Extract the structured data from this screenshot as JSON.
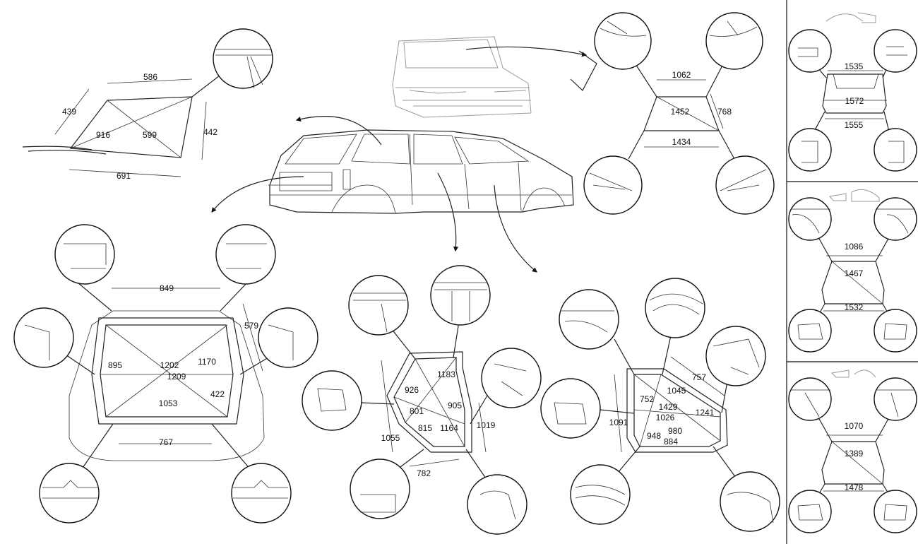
{
  "labels": {
    "windshield_top": "1062",
    "windshield_diag": "1452",
    "windshield_side": "768",
    "windshield_bottom": "1434",
    "quarter_top": "586",
    "quarter_left": "439",
    "quarter_diag1": "916",
    "quarter_diag2": "599",
    "quarter_right": "442",
    "quarter_bottom": "691",
    "tail_top": "849",
    "tail_side": "579",
    "tail_895": "895",
    "tail_1202": "1202",
    "tail_1170": "1170",
    "tail_1209": "1209",
    "tail_422": "422",
    "tail_1053": "1053",
    "tail_bottom": "767",
    "fdoor_1183": "1183",
    "fdoor_926": "926",
    "fdoor_905": "905",
    "fdoor_801": "801",
    "fdoor_815": "815",
    "fdoor_1164": "1164",
    "fdoor_1019": "1019",
    "fdoor_1055": "1055",
    "fdoor_782": "782",
    "rdoor_757": "757",
    "rdoor_1045": "1045",
    "rdoor_752": "752",
    "rdoor_1429": "1429",
    "rdoor_1026": "1026",
    "rdoor_1241": "1241",
    "rdoor_1091": "1091",
    "rdoor_948": "948",
    "rdoor_980": "980",
    "rdoor_884": "884",
    "p1_top": "1535",
    "p1_mid": "1572",
    "p1_bot": "1555",
    "p2_top": "1086",
    "p2_mid": "1467",
    "p2_bot": "1532",
    "p3_top": "1070",
    "p3_mid": "1389",
    "p3_bot": "1478"
  }
}
